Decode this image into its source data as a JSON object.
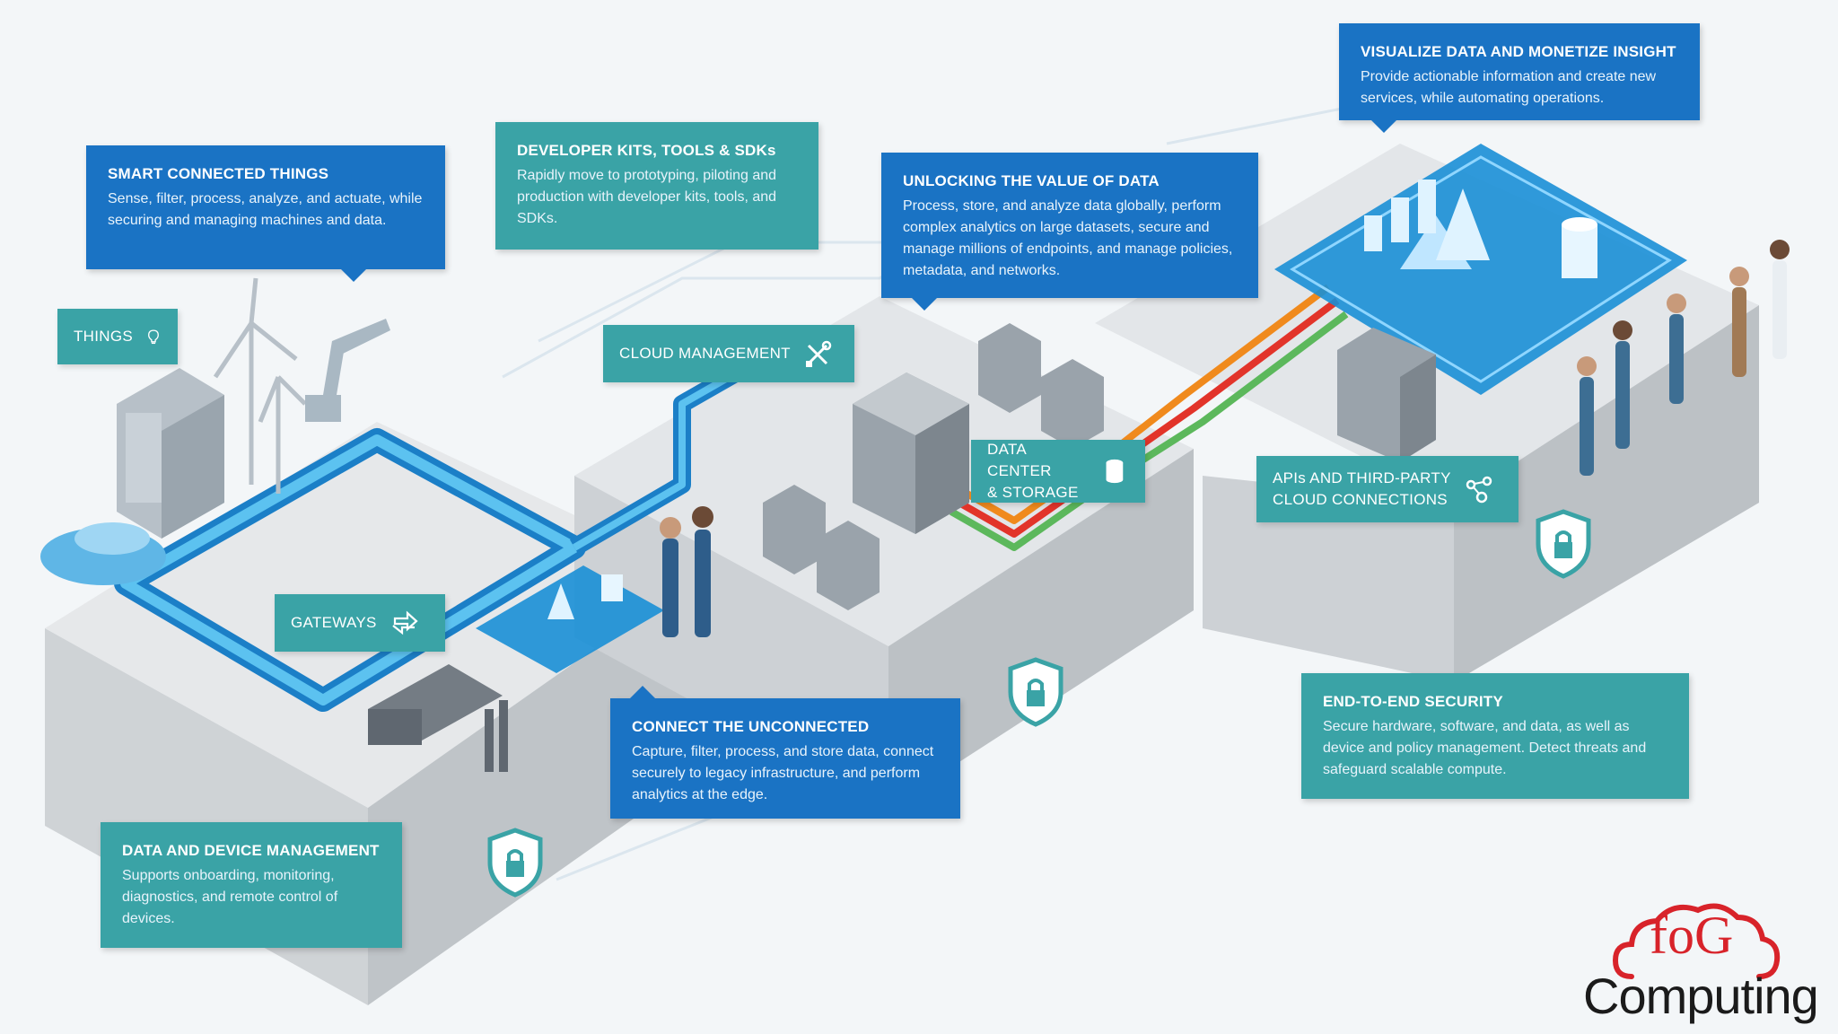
{
  "callouts": {
    "smart_connected_things": {
      "title": "SMART CONNECTED THINGS",
      "body": "Sense, filter, process, analyze, and actuate, while securing and managing machines and data."
    },
    "developer_kits": {
      "title": "DEVELOPER KITS, TOOLS & SDKs",
      "body": "Rapidly move to prototyping, piloting and production with developer kits, tools, and SDKs."
    },
    "unlocking_value": {
      "title": "UNLOCKING THE VALUE OF DATA",
      "body": "Process, store, and analyze data globally, perform complex analytics on large datasets, secure and manage millions of endpoints, and manage policies, metadata, and networks."
    },
    "visualize_data": {
      "title": "VISUALIZE DATA AND MONETIZE INSIGHT",
      "body": "Provide actionable information and create new services, while automating operations."
    },
    "connect_unconnected": {
      "title": "CONNECT THE UNCONNECTED",
      "body": "Capture, filter, process, and store data, connect securely to legacy infrastructure, and perform analytics at the edge."
    },
    "end_to_end_security": {
      "title": "END-TO-END SECURITY",
      "body": "Secure hardware, software, and data, as well as device and policy management. Detect threats and safeguard scalable compute."
    },
    "data_device_management": {
      "title": "DATA AND DEVICE MANAGEMENT",
      "body": "Supports onboarding, monitoring, diagnostics, and remote control of devices."
    }
  },
  "labels": {
    "things": "THINGS",
    "cloud_management": "CLOUD MANAGEMENT",
    "gateways": "GATEWAYS",
    "data_center": "DATA CENTER\n& STORAGE",
    "data_center_line1": "DATA CENTER",
    "data_center_line2": "& STORAGE",
    "apis_line1": "APIs AND THIRD-PARTY",
    "apis_line2": "CLOUD CONNECTIONS"
  },
  "logo": {
    "brand": "FOG",
    "word": "Computing",
    "brand_display": "foG"
  },
  "icons": [
    "lightbulb-icon",
    "tools-icon",
    "gateway-arrows-icon",
    "database-icon",
    "network-nodes-icon",
    "shield-lock-icon"
  ],
  "colors": {
    "callout_blue": "#1a73c4",
    "callout_teal": "#3aa3a6",
    "platform_gray": "#d9dcdf",
    "circuit_blue": "#3fa9e0",
    "path_orange": "#f08a1d",
    "path_red": "#e2342a",
    "path_green": "#5cb85c",
    "logo_red": "#d8232a"
  }
}
